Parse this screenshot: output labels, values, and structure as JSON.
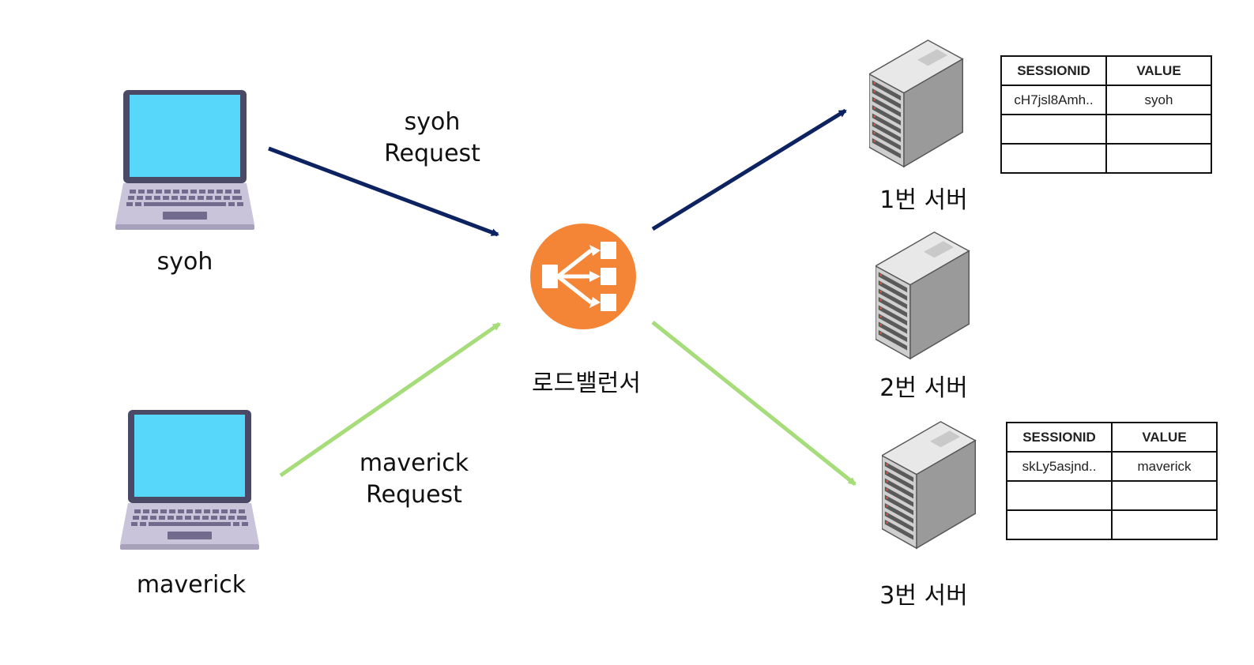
{
  "clients": [
    {
      "name": "syoh",
      "icon": "laptop-icon"
    },
    {
      "name": "maverick",
      "icon": "laptop-icon"
    }
  ],
  "requests": [
    {
      "line1": "syoh",
      "line2": "Request",
      "color": "#0d2260"
    },
    {
      "line1": "maverick",
      "line2": "Request",
      "color": "#a6dc7a"
    }
  ],
  "load_balancer": {
    "label": "로드밸런서",
    "icon": "load-balancer-icon",
    "color": "#f58536"
  },
  "servers": [
    {
      "label": "1번 서버",
      "icon": "server-icon"
    },
    {
      "label": "2번 서버",
      "icon": "server-icon"
    },
    {
      "label": "3번 서버",
      "icon": "server-icon"
    }
  ],
  "session_tables": [
    {
      "headers": [
        "SESSIONID",
        "VALUE"
      ],
      "rows": [
        [
          "cH7jsl8Amh..",
          "syoh"
        ],
        [
          "",
          ""
        ],
        [
          "",
          ""
        ]
      ]
    },
    {
      "headers": [
        "SESSIONID",
        "VALUE"
      ],
      "rows": [
        [
          "skLy5asjnd..",
          "maverick"
        ],
        [
          "",
          ""
        ],
        [
          "",
          ""
        ]
      ]
    }
  ]
}
